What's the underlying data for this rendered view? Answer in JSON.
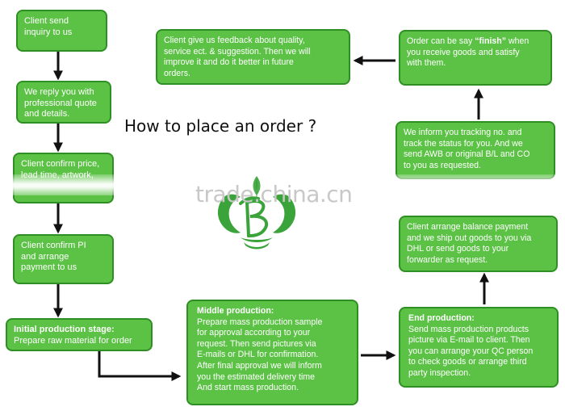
{
  "title": "How to place an order ?",
  "watermark": "trade.china.cn",
  "boxes": {
    "inquiry": {
      "lines": [
        "Client send",
        "inquiry to us"
      ]
    },
    "reply": {
      "lines": [
        "We reply you with",
        "professional quote",
        "and details."
      ]
    },
    "confirm_price": {
      "lines": [
        "Client confirm price,",
        "lead time, artwork,"
      ]
    },
    "confirm_pi": {
      "lines": [
        "Client confirm PI",
        "and arrange",
        "payment to us"
      ]
    },
    "initial": {
      "heading": "Initial production stage:",
      "lines": [
        "Prepare raw material for order"
      ]
    },
    "middle": {
      "heading": "Middle production:",
      "lines": [
        "Prepare mass production sample",
        "for approval according to your",
        "request. Then send pictures via",
        "E-mails or DHL for confirmation.",
        "After final approval we will inform",
        "you the estimated delivery time",
        "And start mass production."
      ]
    },
    "end": {
      "heading": "End production:",
      "lines": [
        "Send mass production products",
        "picture via E-mail to client. Then",
        "you can arrange your QC person",
        "to check goods or arrange third",
        "party inspection."
      ]
    },
    "balance": {
      "lines": [
        "Client arrange balance payment",
        "and we ship out goods to you via",
        "DHL or send goods to your",
        "forwarder as request."
      ]
    },
    "tracking": {
      "lines": [
        "We inform you tracking no. and",
        "track the status for you. And we",
        "send AWB or original B/L and CO",
        "to you as requested."
      ]
    },
    "finish": {
      "line1_pre": "Order can be say ",
      "line1_bold": "“finish”",
      "line1_post": " when",
      "lines": [
        "you receive goods and satisfy",
        "with them."
      ]
    },
    "feedback": {
      "lines": [
        "Client give us feedback about quality,",
        "service ect. & suggestion. Then we will",
        "improve it and do it better in future",
        "orders."
      ]
    }
  },
  "colors": {
    "box_fill": "#5cc246",
    "box_border": "#2f8f24",
    "arrow": "#111111",
    "logo": "#3aa33a"
  }
}
